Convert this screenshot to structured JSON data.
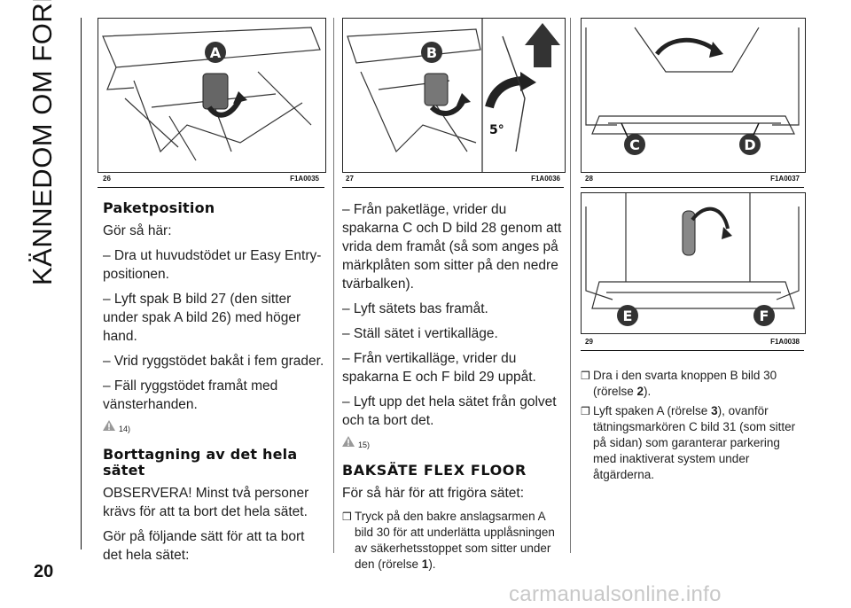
{
  "side_title": "KÄNNEDOM OM FORDONET",
  "page_number": "20",
  "watermark": "carmanualsonline.info",
  "figures": [
    {
      "number": "26",
      "code": "F1A0035",
      "labels": [
        "A"
      ]
    },
    {
      "number": "27",
      "code": "F1A0036",
      "labels": [
        "B",
        "5°"
      ]
    },
    {
      "number": "28",
      "code": "F1A0037",
      "labels": [
        "C",
        "D"
      ]
    },
    {
      "number": "29",
      "code": "F1A0038",
      "labels": [
        "E",
        "F"
      ]
    }
  ],
  "col1": {
    "heading1": "Paketposition",
    "intro": "Gör så här:",
    "steps": [
      "– Dra ut huvudstödet ur Easy Entry-positionen.",
      "– Lyft spak B bild 27 (den sitter under spak A bild 26) med höger hand.",
      "– Vrid ryggstödet bakåt i fem grader.",
      "– Fäll ryggstödet framåt med vänsterhanden."
    ],
    "warning1": "14)",
    "heading2": "Borttagning av det hela sätet",
    "note": "OBSERVERA! Minst två personer krävs för att ta bort det hela sätet.",
    "lead": "Gör på följande sätt för att ta bort det hela sätet:"
  },
  "col2": {
    "steps": [
      "– Från paketläge, vrider du spakarna C och D bild 28 genom att vrida dem framåt (så som anges på märkplåten som sitter på den nedre tvärbalken).",
      "– Lyft sätets bas framåt.",
      "– Ställ sätet i vertikalläge.",
      "– Från vertikalläge, vrider du spakarna E och F bild 29 uppåt.",
      "– Lyft upp det hela sätet från golvet och ta bort det."
    ],
    "warning2": "15)",
    "heading3": "BAKSÄTE FLEX FLOOR",
    "lead": "För så här för att frigöra sätet:",
    "bullet1_text": "Tryck på den bakre anslagsarmen A bild 30 för att underlätta upplåsningen av säkerhetsstoppet som sitter under den (rörelse ",
    "bullet1_bold": "1",
    "bullet1_end": ")."
  },
  "col3": {
    "bullet2_text": "Dra i den svarta knoppen B bild 30 (rörelse ",
    "bullet2_bold": "2",
    "bullet2_end": ").",
    "bullet3_text": "Lyft spaken A (rörelse ",
    "bullet3_bold": "3",
    "bullet3_end": "), ovanför tätningsmarkören C bild 31 (som sitter på sidan) som garanterar parkering med inaktiverat system under åtgärderna."
  },
  "colors": {
    "label_badge": "#333333",
    "arrow": "#2a2a2a",
    "rule": "#111111"
  }
}
